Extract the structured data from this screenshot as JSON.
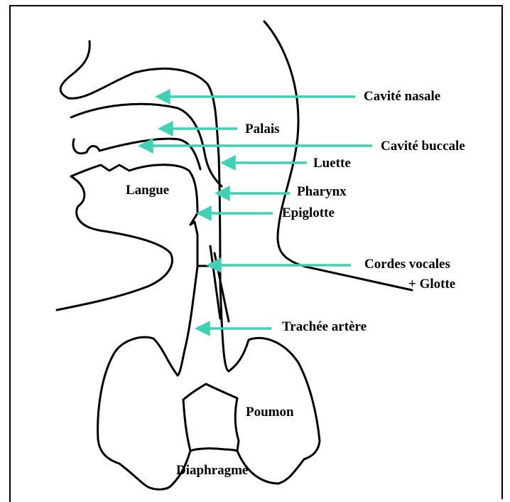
{
  "colors": {
    "arrow": "#40d0b4",
    "line": "#000000",
    "frame": "#000000",
    "background": "#ffffff"
  },
  "labels": {
    "cavite_nasale": "Cavité nasale",
    "palais": "Palais",
    "cavite_buccale": "Cavité buccale",
    "luette": "Luette",
    "langue": "Langue",
    "pharynx": "Pharynx",
    "epiglotte": "Epiglotte",
    "cordes_vocales": "Cordes vocales",
    "glotte": "+ Glotte",
    "trachee": "Trachée artère",
    "poumon": "Poumon",
    "diaphragme": "Diaphragme"
  }
}
